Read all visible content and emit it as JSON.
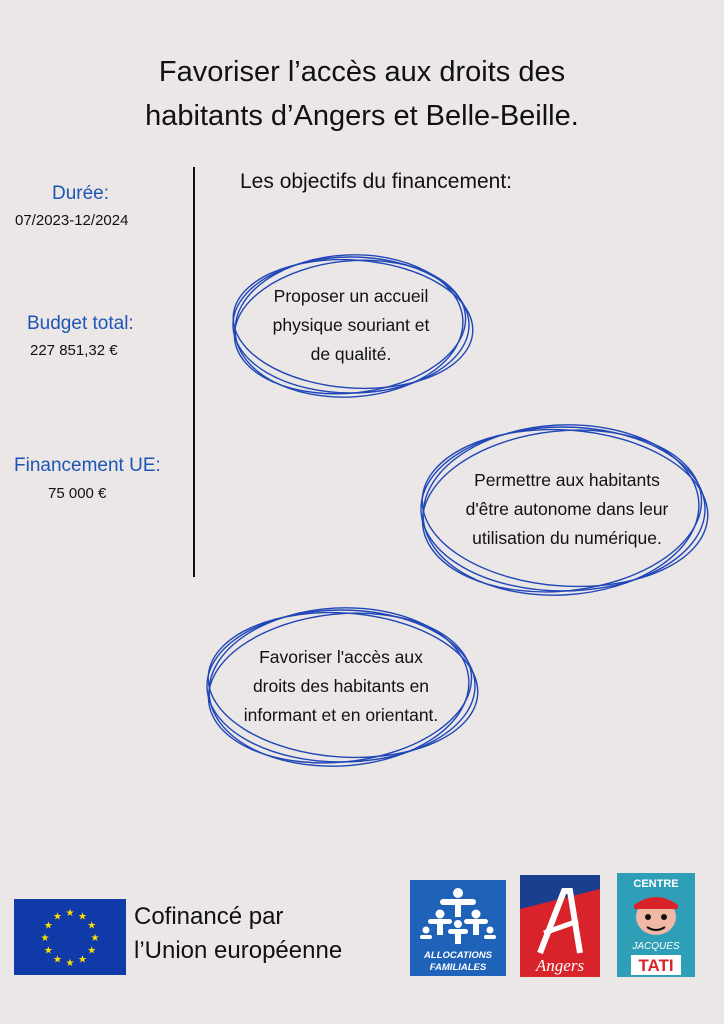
{
  "title": {
    "line1": "Favoriser l’accès aux droits des",
    "line2": "habitants d’Angers et Belle-Beille."
  },
  "sidebar": {
    "duree_label": "Durée:",
    "duree_value": "07/2023-12/2024",
    "budget_label": "Budget total:",
    "budget_value": "227 851,32 €",
    "financement_label": "Financement UE:",
    "financement_value": "75 000 €"
  },
  "objectives": {
    "heading": "Les objectifs du financement:",
    "items": [
      {
        "lines": [
          "Proposer un accueil",
          "physique souriant et",
          "de qualité."
        ]
      },
      {
        "lines": [
          "Permettre aux habitants",
          "d'être autonome dans leur",
          "utilisation du numérique."
        ]
      },
      {
        "lines": [
          "Favoriser l'accès aux",
          "droits des habitants en",
          "informant et en orientant."
        ]
      }
    ]
  },
  "footer": {
    "eu_line1": "Cofinancé par",
    "eu_line2": "l’Union européenne",
    "caf_text1": "ALLOCATIONS",
    "caf_text2": "FAMILIALES",
    "angers_text": "Angers",
    "tati_text1": "CENTRE",
    "tati_text2": "JACQUES",
    "tati_text3": "TATI"
  },
  "colors": {
    "background": "#ebe7e6",
    "accent_blue": "#1d56b5",
    "circle_blue": "#2047b8",
    "eu_blue": "#0f3aa8",
    "eu_star": "#ffdd00",
    "caf_blue": "#1e63b8",
    "angers_red": "#d8232a",
    "tati_teal": "#2f9fb7"
  }
}
